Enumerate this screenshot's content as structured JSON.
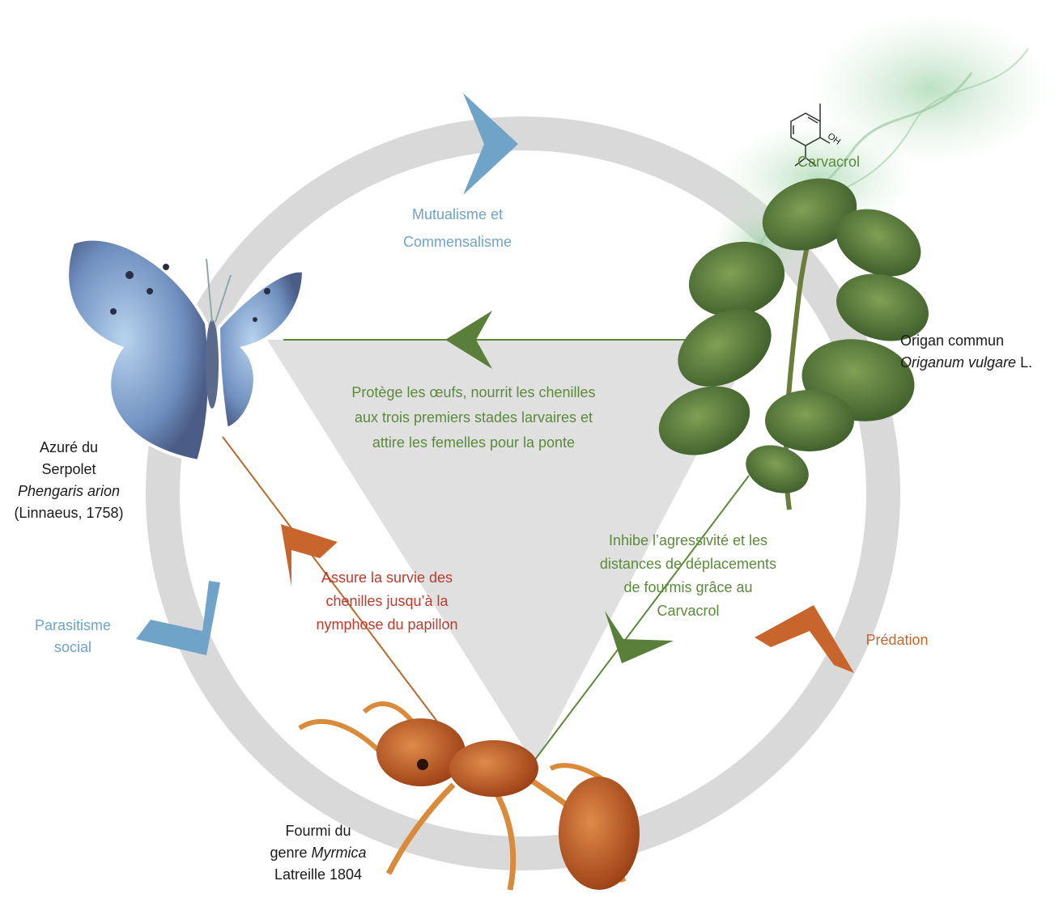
{
  "top_label": {
    "line1": "Mutualisme et",
    "line2": "Commensalisme"
  },
  "left_label": {
    "line1": "Parasitisme",
    "line2": "social"
  },
  "right_label": {
    "text": "Prédation"
  },
  "carvacrol_label": "Carvacrol",
  "carvacrol_oh": "OH",
  "plant_label": {
    "line1": "Origan commun",
    "line2_italic": "Origanum vulgare",
    "line2_rest": " L."
  },
  "butterfly_label": {
    "line1": "Azuré du",
    "line2": "Serpolet",
    "line3_italic": "Phengaris arion",
    "line4": "(Linnaeus, 1758)"
  },
  "ant_label": {
    "line1": "Fourmi du",
    "line2_plain": "genre ",
    "line2_italic": "Myrmica",
    "line3": "Latreille 1804"
  },
  "plant_to_butterfly": {
    "line1": "Protège les œufs, nourrit les chenilles",
    "line2": "aux trois premiers stades larvaires et",
    "line3": "attire les femelles pour la ponte"
  },
  "plant_to_ant": {
    "line1": "Inhibe l’agressivité et les",
    "line2": "distances de déplacements",
    "line3": "de fourmis grâce au",
    "line4": "Carvacrol"
  },
  "ant_to_butterfly": {
    "line1": "Assure la survie des",
    "line2": "chenilles jusqu’à la",
    "line3": "nymphose du papillon"
  },
  "colors": {
    "blue": "#6fa3c8",
    "green": "#5a8a3a",
    "red": "#c0392b",
    "orange": "#c8652c",
    "ring": "#d9d9d9",
    "triangle": "#e0e0e0"
  }
}
